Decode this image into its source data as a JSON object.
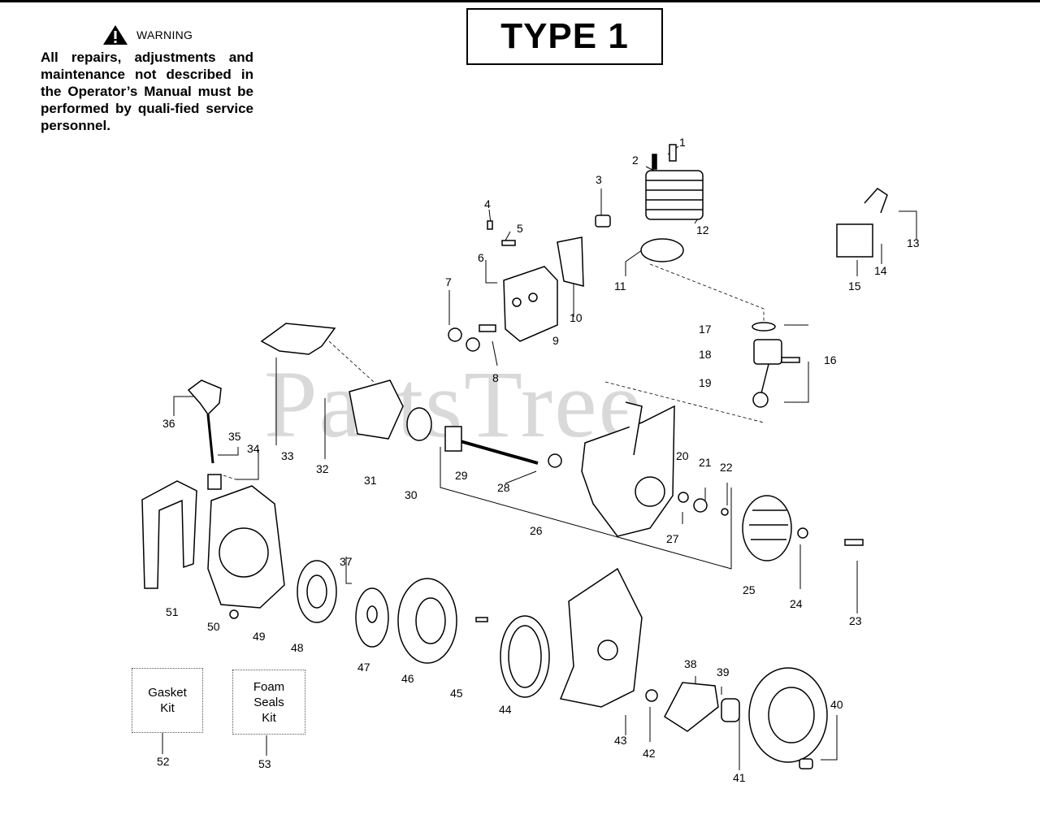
{
  "warning": {
    "title": "WARNING",
    "text": "All repairs, adjustments and maintenance not described in the Operator’s Manual must be performed by quali-fied service personnel."
  },
  "type_label": "TYPE 1",
  "watermark": "PartsTree",
  "kits": {
    "gasket": {
      "line1": "Gasket",
      "line2": "Kit",
      "number": "52"
    },
    "foam": {
      "line1": "Foam",
      "line2": "Seals",
      "line3": "Kit",
      "number": "53"
    }
  },
  "callouts": [
    "1",
    "2",
    "3",
    "4",
    "5",
    "6",
    "7",
    "8",
    "9",
    "10",
    "11",
    "12",
    "13",
    "14",
    "15",
    "16",
    "17",
    "18",
    "19",
    "20",
    "21",
    "22",
    "23",
    "24",
    "25",
    "26",
    "27",
    "28",
    "29",
    "30",
    "31",
    "32",
    "33",
    "34",
    "35",
    "36",
    "37",
    "38",
    "39",
    "40",
    "41",
    "42",
    "43",
    "44",
    "45",
    "46",
    "47",
    "48",
    "49",
    "50",
    "51"
  ]
}
